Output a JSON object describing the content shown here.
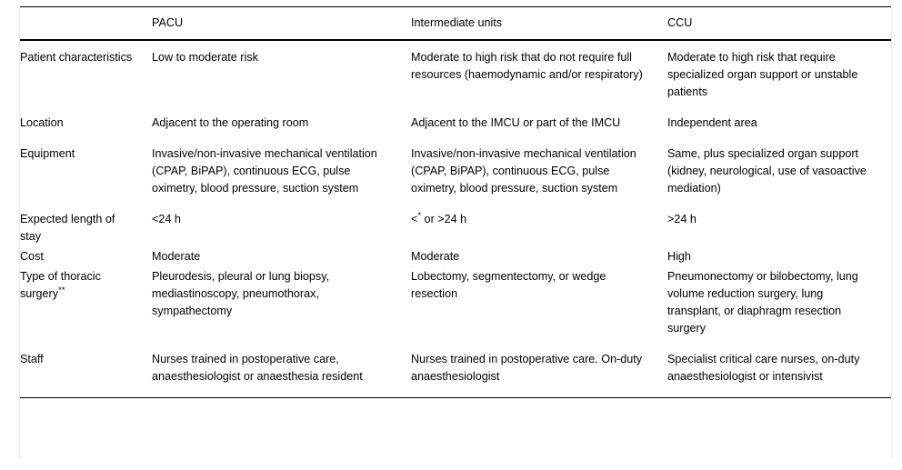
{
  "table": {
    "columns": [
      {
        "key": "label",
        "header": ""
      },
      {
        "key": "pacu",
        "header": "PACU"
      },
      {
        "key": "imu",
        "header": "Intermediate units"
      },
      {
        "key": "ccu",
        "header": "CCU"
      }
    ],
    "rows": [
      {
        "label": "Patient characteristics",
        "pacu": "Low to moderate risk",
        "imu": "Moderate to high risk that do not require full resources (haemodynamic and/or respiratory)",
        "ccu": "Moderate to high risk that require specialized organ support or unstable patients"
      },
      {
        "label": "Location",
        "pacu": "Adjacent to the operating room",
        "imu": "Adjacent to the IMCU or part of the IMCU",
        "ccu": "Independent area"
      },
      {
        "label": "Equipment",
        "pacu": "Invasive/non-invasive mechanical ventilation (CPAP, BiPAP), continuous ECG, pulse oximetry, blood pressure, suction system",
        "imu": "Invasive/non-invasive mechanical ventilation (CPAP, BiPAP), continuous ECG, pulse oximetry, blood pressure, suction system",
        "ccu": "Same, plus specialized organ support (kidney, neurological, use of vasoactive mediation)"
      },
      {
        "label": "Expected length of stay",
        "pacu": "<24 h",
        "imu_prefix": "<",
        "imu_marker": "*",
        "imu_suffix": " or >24 h",
        "imu": "<* or >24 h",
        "ccu": ">24 h"
      },
      {
        "label": "Cost",
        "pacu": "Moderate",
        "imu": "Moderate",
        "ccu": "High"
      },
      {
        "label_prefix": "Type of thoracic surgery",
        "label_marker": "**",
        "label": "Type of thoracic surgery**",
        "pacu": "Pleurodesis, pleural or lung biopsy, mediastinoscopy, pneumothorax, sympathectomy",
        "imu": "Lobectomy, segmentectomy, or wedge resection",
        "ccu": "Pneumonectomy or bilobectomy, lung volume reduction surgery, lung transplant, or diaphragm resection surgery"
      },
      {
        "label": "Staff",
        "pacu": "Nurses trained in postoperative care, anaesthesiologist or anaesthesia resident",
        "imu": "Nurses trained in postoperative care. On-duty anaesthesiologist",
        "ccu": "Specialist critical care nurses, on-duty anaesthesiologist or intensivist"
      }
    ]
  },
  "colors": {
    "rule": "#000000",
    "text": "#000000",
    "background": "#ffffff"
  }
}
